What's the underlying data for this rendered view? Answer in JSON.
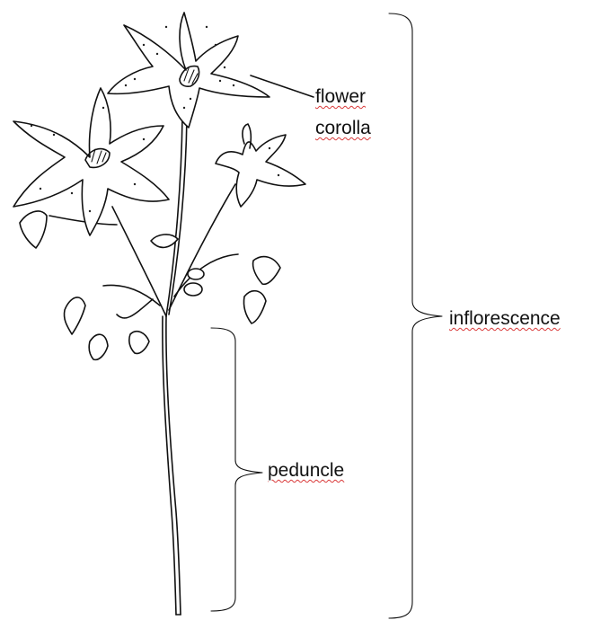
{
  "labels": {
    "flower": "flower",
    "corolla": "corolla",
    "inflorescence": "inflorescence",
    "peduncle": "peduncle"
  },
  "colors": {
    "ink": "#111111",
    "spellcheck_underline": "#d93a3a",
    "background": "#ffffff"
  }
}
